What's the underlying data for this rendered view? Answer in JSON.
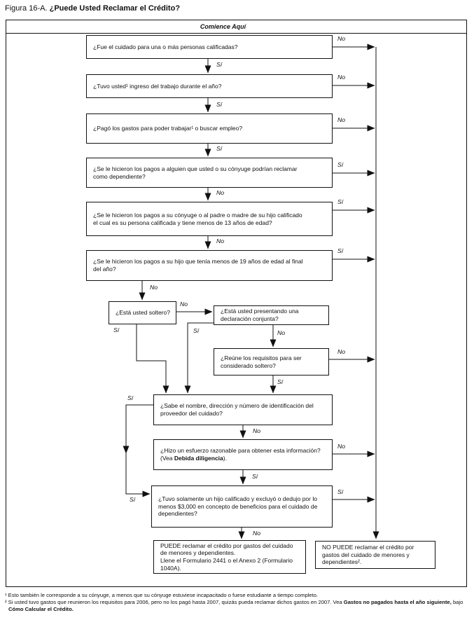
{
  "title": {
    "label": "Figura 16-A. ",
    "heading": "¿Puede Usted Reclamar el Crédito?"
  },
  "start_label": "Comience Aquí",
  "labels": {
    "yes": "Sí",
    "no": "No"
  },
  "boxes": {
    "q1": "¿Fue el cuidado para una o más personas calificadas?",
    "q2": "¿Tuvo usted¹ ingreso del trabajo durante el año?",
    "q3": "¿Pagó los gastos para poder trabajar¹ o buscar empleo?",
    "q4": "¿Se le hicieron los pagos a alguien que usted o su cónyuge podrían reclamar como dependiente?",
    "q5": "¿Se le hicieron los pagos a su cónyuge o al padre o madre de su hijo calificado el cual es su persona calificada y tiene menos de 13 años de edad?",
    "q6": "¿Se le hicieron los pagos a su hijo que tenía menos de 19 años de edad al final del año?",
    "q7": "¿Está usted soltero?",
    "q8": "¿Está usted presentando una declaración conjunta?",
    "q9": "¿Reúne los requisitos para ser considerado soltero?",
    "q10": "¿Sabe el nombre, dirección y número de identificación del proveedor del cuidado?",
    "q11_pre": "¿Hizo un esfuerzo razonable para obtener esta información? (Vea ",
    "q11_bold": "Debida diligencia",
    "q11_post": ").",
    "q12": "¿Tuvo solamente un hijo calificado y excluyó o dedujo por lo menos $3,000 en concepto de beneficios para el cuidado de dependientes?",
    "result_can_1": "PUEDE reclamar el crédito por gastos del cuidado de menores y dependientes.",
    "result_can_2": "Llene el Formulario 2441 o el Anexo 2 (Formulario 1040A).",
    "result_cannot": "NO PUEDE reclamar el crédito por gastos del cuidado de menores y dependientes²."
  },
  "edges": [
    {
      "from": "q1",
      "label": "No",
      "to": "result-cannot-claim"
    },
    {
      "from": "q1",
      "label": "Sí",
      "to": "q2"
    },
    {
      "from": "q2",
      "label": "No",
      "to": "result-cannot-claim"
    },
    {
      "from": "q2",
      "label": "Sí",
      "to": "q3"
    },
    {
      "from": "q3",
      "label": "No",
      "to": "result-cannot-claim"
    },
    {
      "from": "q3",
      "label": "Sí",
      "to": "q4"
    },
    {
      "from": "q4",
      "label": "Sí",
      "to": "result-cannot-claim"
    },
    {
      "from": "q4",
      "label": "No",
      "to": "q5"
    },
    {
      "from": "q5",
      "label": "Sí",
      "to": "result-cannot-claim"
    },
    {
      "from": "q5",
      "label": "No",
      "to": "q6"
    },
    {
      "from": "q6",
      "label": "Sí",
      "to": "result-cannot-claim"
    },
    {
      "from": "q6",
      "label": "No",
      "to": "q7"
    },
    {
      "from": "q7",
      "label": "No",
      "to": "q8"
    },
    {
      "from": "q7",
      "label": "Sí",
      "to": "q10"
    },
    {
      "from": "q8",
      "label": "Sí",
      "to": "q10"
    },
    {
      "from": "q8",
      "label": "No",
      "to": "q9"
    },
    {
      "from": "q9",
      "label": "No",
      "to": "result-cannot-claim"
    },
    {
      "from": "q9",
      "label": "Sí",
      "to": "q10"
    },
    {
      "from": "q10",
      "label": "Sí",
      "to": "q12"
    },
    {
      "from": "q10",
      "label": "No",
      "to": "q11"
    },
    {
      "from": "q11",
      "label": "No",
      "to": "result-cannot-claim"
    },
    {
      "from": "q11",
      "label": "Sí",
      "to": "q12"
    },
    {
      "from": "q12",
      "label": "Sí",
      "to": "result-cannot-claim"
    },
    {
      "from": "q12",
      "label": "No",
      "to": "result-can-claim"
    }
  ],
  "footnotes": {
    "f1": "¹ Esto también le corresponde a su cónyuge, a menos que su cónyuge estuviese incapacitado o fuese estudiante a tiempo completo.",
    "f2_pre": "² Si usted tuvo gastos que reunieron los requisitos para 2006, pero no los pagó hasta 2007, quizás pueda reclamar dichos gastos en 2007. Vea ",
    "f2_bold1": "Gastos no pagados hasta el año siguiente,",
    "f2_mid": " bajo ",
    "f2_bold2": "Cómo Calcular el Crédito."
  }
}
